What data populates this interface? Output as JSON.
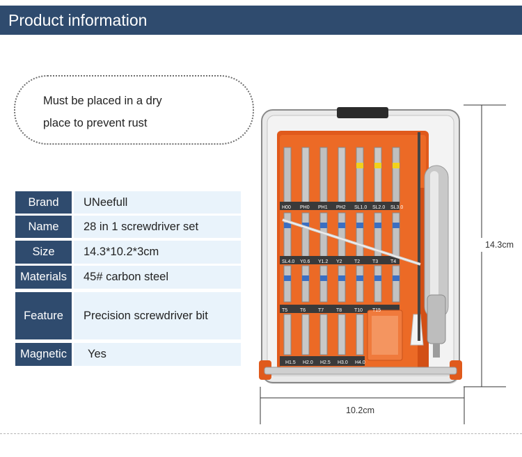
{
  "header": {
    "title": "Product information"
  },
  "note": {
    "line1": "Must be placed in a dry",
    "line2": "place to prevent rust"
  },
  "specs": [
    {
      "label": "Brand",
      "value": "UNeefull"
    },
    {
      "label": "Name",
      "value": "28 in 1 screwdriver set"
    },
    {
      "label": "Size",
      "value": "14.3*10.2*3cm"
    },
    {
      "label": "Materials",
      "value": "45# carbon steel"
    },
    {
      "label": "Feature",
      "value": "Precision screwdriver bit"
    },
    {
      "label": "Magnetic",
      "value": "Yes"
    }
  ],
  "dimensions": {
    "height": "14.3cm",
    "width": "10.2cm"
  },
  "bits": {
    "row1": [
      "H00",
      "PH0",
      "PH1",
      "PH2",
      "SL1.0",
      "SL2.0",
      "SL3.0"
    ],
    "row2": [
      "SL4.0",
      "Y0.6",
      "Y1.2",
      "Y2",
      "T2",
      "T3",
      "T4"
    ],
    "row3": [
      "T5",
      "T6",
      "T7",
      "T8",
      "T10",
      "T15"
    ],
    "row4": [
      "H1.5",
      "H2.0",
      "H2.5",
      "H3.0",
      "H4.0"
    ]
  },
  "colors": {
    "header": "#2f4b6e",
    "case": "#e05a1c",
    "value_bg": "#e9f3fb"
  }
}
